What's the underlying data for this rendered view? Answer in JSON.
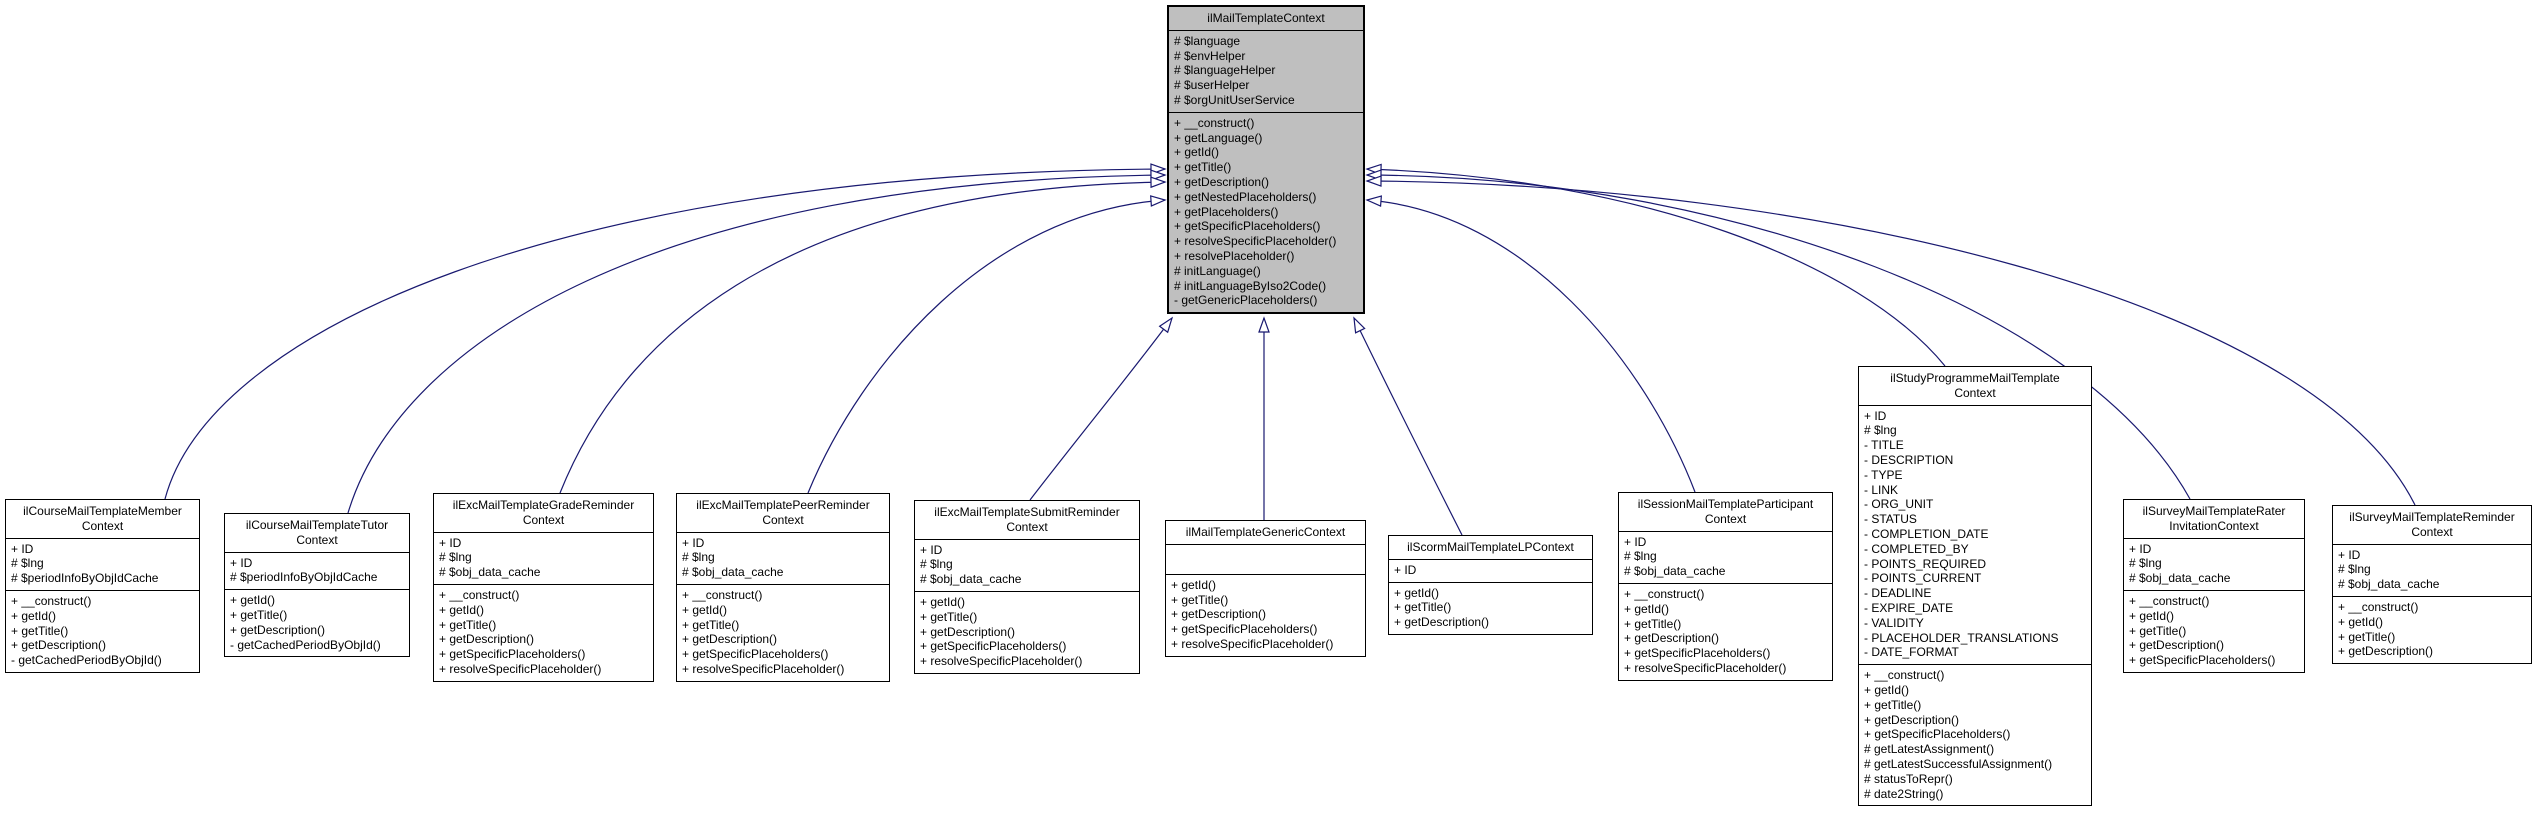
{
  "diagram": {
    "type": "uml-class-inheritance",
    "arrow_color": "#191970",
    "parent_fill": "#bfbfbf",
    "child_fill": "#ffffff",
    "border_color": "#000000"
  },
  "classes": [
    {
      "id": "ilMailTemplateContext",
      "role": "parent",
      "title": "ilMailTemplateContext",
      "attributes": [
        "# $language",
        "# $envHelper",
        "# $languageHelper",
        "# $userHelper",
        "# $orgUnitUserService"
      ],
      "methods": [
        "+ __construct()",
        "+ getLanguage()",
        "+ getId()",
        "+ getTitle()",
        "+ getDescription()",
        "+ getNestedPlaceholders()",
        "+ getPlaceholders()",
        "+ getSpecificPlaceholders()",
        "+ resolveSpecificPlaceholder()",
        "+ resolvePlaceholder()",
        "# initLanguage()",
        "# initLanguageByIso2Code()",
        "- getGenericPlaceholders()"
      ]
    },
    {
      "id": "ilCourseMailTemplateMemberContext",
      "role": "child",
      "title": "ilCourseMailTemplateMember\nContext",
      "attributes": [
        "+ ID",
        "# $lng",
        "# $periodInfoByObjIdCache"
      ],
      "methods": [
        "+ __construct()",
        "+ getId()",
        "+ getTitle()",
        "+ getDescription()",
        "- getCachedPeriodByObjId()"
      ]
    },
    {
      "id": "ilCourseMailTemplateTutorContext",
      "role": "child",
      "title": "ilCourseMailTemplateTutor\nContext",
      "attributes": [
        "+ ID",
        "# $periodInfoByObjIdCache"
      ],
      "methods": [
        "+ getId()",
        "+ getTitle()",
        "+ getDescription()",
        "- getCachedPeriodByObjId()"
      ]
    },
    {
      "id": "ilExcMailTemplateGradeReminderContext",
      "role": "child",
      "title": "ilExcMailTemplateGradeReminder\nContext",
      "attributes": [
        "+ ID",
        "# $lng",
        "# $obj_data_cache"
      ],
      "methods": [
        "+ __construct()",
        "+ getId()",
        "+ getTitle()",
        "+ getDescription()",
        "+ getSpecificPlaceholders()",
        "+ resolveSpecificPlaceholder()"
      ]
    },
    {
      "id": "ilExcMailTemplatePeerReminderContext",
      "role": "child",
      "title": "ilExcMailTemplatePeerReminder\nContext",
      "attributes": [
        "+ ID",
        "# $lng",
        "# $obj_data_cache"
      ],
      "methods": [
        "+ __construct()",
        "+ getId()",
        "+ getTitle()",
        "+ getDescription()",
        "+ getSpecificPlaceholders()",
        "+ resolveSpecificPlaceholder()"
      ]
    },
    {
      "id": "ilExcMailTemplateSubmitReminderContext",
      "role": "child",
      "title": "ilExcMailTemplateSubmitReminder\nContext",
      "attributes": [
        "+ ID",
        "# $lng",
        "# $obj_data_cache"
      ],
      "methods": [
        "+ getId()",
        "+ getTitle()",
        "+ getDescription()",
        "+ getSpecificPlaceholders()",
        "+ resolveSpecificPlaceholder()"
      ]
    },
    {
      "id": "ilMailTemplateGenericContext",
      "role": "child",
      "title": "ilMailTemplateGenericContext",
      "attributes": [],
      "methods": [
        "+ getId()",
        "+ getTitle()",
        "+ getDescription()",
        "+ getSpecificPlaceholders()",
        "+ resolveSpecificPlaceholder()"
      ]
    },
    {
      "id": "ilScormMailTemplateLPContext",
      "role": "child",
      "title": "ilScormMailTemplateLPContext",
      "attributes": [
        "+ ID"
      ],
      "methods": [
        "+ getId()",
        "+ getTitle()",
        "+ getDescription()"
      ]
    },
    {
      "id": "ilSessionMailTemplateParticipantContext",
      "role": "child",
      "title": "ilSessionMailTemplateParticipant\nContext",
      "attributes": [
        "+ ID",
        "# $lng",
        "# $obj_data_cache"
      ],
      "methods": [
        "+ __construct()",
        "+ getId()",
        "+ getTitle()",
        "+ getDescription()",
        "+ getSpecificPlaceholders()",
        "+ resolveSpecificPlaceholder()"
      ]
    },
    {
      "id": "ilStudyProgrammeMailTemplateContext",
      "role": "child",
      "title": "ilStudyProgrammeMailTemplate\nContext",
      "attributes": [
        "+ ID",
        "# $lng",
        "- TITLE",
        "- DESCRIPTION",
        "- TYPE",
        "- LINK",
        "- ORG_UNIT",
        "- STATUS",
        "- COMPLETION_DATE",
        "- COMPLETED_BY",
        "- POINTS_REQUIRED",
        "- POINTS_CURRENT",
        "- DEADLINE",
        "- EXPIRE_DATE",
        "- VALIDITY",
        "- PLACEHOLDER_TRANSLATIONS",
        "- DATE_FORMAT"
      ],
      "methods": [
        "+ __construct()",
        "+ getId()",
        "+ getTitle()",
        "+ getDescription()",
        "+ getSpecificPlaceholders()",
        "# getLatestAssignment()",
        "# getLatestSuccessfulAssignment()",
        "# statusToRepr()",
        "# date2String()"
      ]
    },
    {
      "id": "ilSurveyMailTemplateRaterInvitationContext",
      "role": "child",
      "title": "ilSurveyMailTemplateRater\nInvitationContext",
      "attributes": [
        "+ ID",
        "# $lng",
        "# $obj_data_cache"
      ],
      "methods": [
        "+ __construct()",
        "+ getId()",
        "+ getTitle()",
        "+ getDescription()",
        "+ getSpecificPlaceholders()"
      ]
    },
    {
      "id": "ilSurveyMailTemplateReminderContext",
      "role": "child",
      "title": "ilSurveyMailTemplateReminder\nContext",
      "attributes": [
        "+ ID",
        "# $lng",
        "# $obj_data_cache"
      ],
      "methods": [
        "+ __construct()",
        "+ getId()",
        "+ getTitle()",
        "+ getDescription()"
      ]
    }
  ]
}
